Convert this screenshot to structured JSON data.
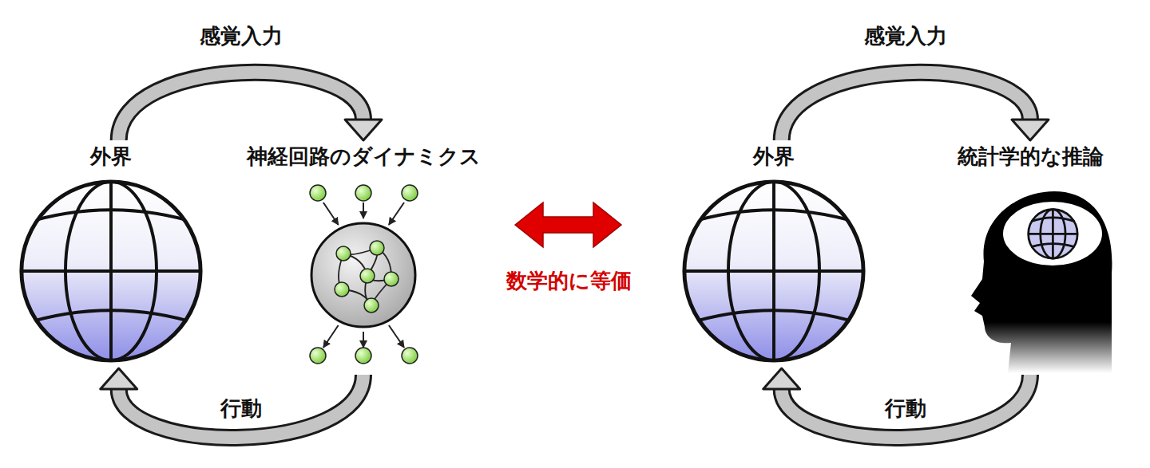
{
  "diagram": {
    "nodes": [
      {
        "text": [
          "外界"
        ]
      },
      {
        "text": [
          "神経回路のダイナミクス"
        ]
      },
      {
        "text": [
          "外界"
        ]
      },
      {
        "text": [
          "統計学的な推論"
        ]
      }
    ],
    "edges": [
      {
        "from": 0,
        "to": 1,
        "arrow": "to",
        "label": "感覚入力"
      },
      {
        "from": 1,
        "to": 0,
        "arrow": "to",
        "label": "行動"
      },
      {
        "from": 2,
        "to": 3,
        "arrow": "to",
        "label": "感覚入力"
      },
      {
        "from": 3,
        "to": 2,
        "arrow": "to",
        "label": "行動"
      }
    ],
    "labels": [
      "数学的に等価"
    ]
  }
}
